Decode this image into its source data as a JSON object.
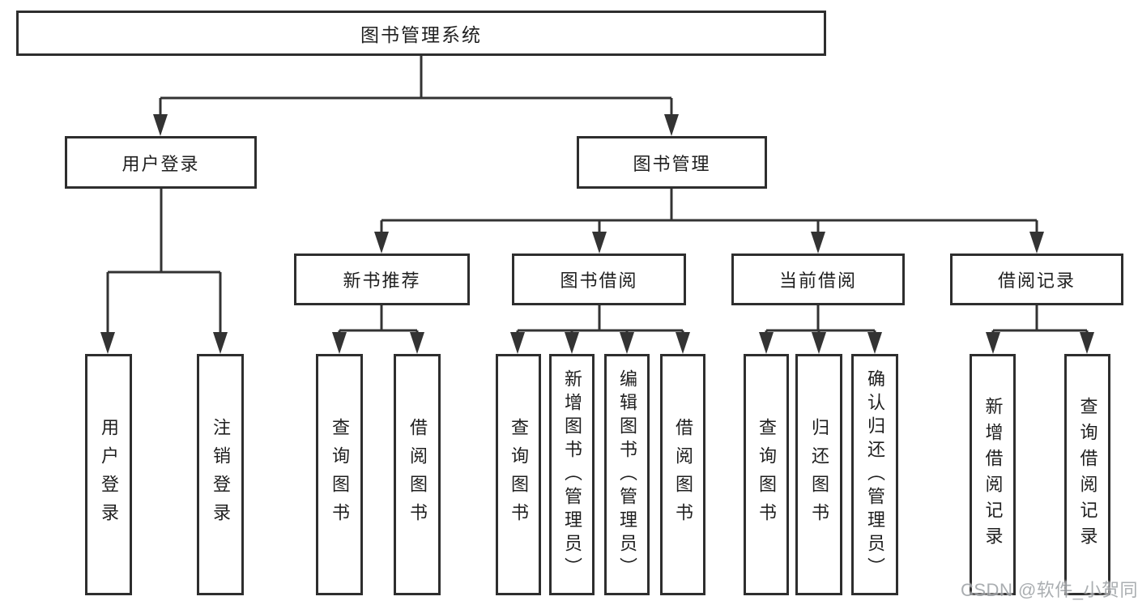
{
  "diagram": {
    "type": "hierarchy-flowchart",
    "colors": {
      "background": "#ffffff",
      "box_border": "#2e2e2e",
      "line": "#333333",
      "text": "#1f1f1f",
      "watermark_text": "#9fa3a7"
    },
    "nodes": {
      "root": {
        "label": "图书管理系统"
      },
      "userLogin": {
        "label": "用户登录"
      },
      "bookMgmt": {
        "label": "图书管理"
      },
      "newBooks": {
        "label": "新书推荐"
      },
      "bookBorrow": {
        "label": "图书借阅"
      },
      "currentBorrow": {
        "label": "当前借阅"
      },
      "borrowRecords": {
        "label": "借阅记录"
      },
      "leafLogin": {
        "label": "用户登录"
      },
      "leafLogout": {
        "label": "注销登录"
      },
      "leafNewQuery": {
        "label": "查询图书"
      },
      "leafNewBorrow": {
        "label": "借阅图书"
      },
      "leafBbQuery": {
        "label": "查询图书"
      },
      "leafBbAdd": {
        "label": "新增图书（管理员）"
      },
      "leafBbEdit": {
        "label": "编辑图书（管理员）"
      },
      "leafBbBorrow": {
        "label": "借阅图书"
      },
      "leafCbQuery": {
        "label": "查询图书"
      },
      "leafCbReturn": {
        "label": "归还图书"
      },
      "leafCbConfirm": {
        "label": "确认归还（管理员）"
      },
      "leafRecAdd": {
        "label": "新增借阅记录"
      },
      "leafRecQuery": {
        "label": "查询借阅记录"
      }
    },
    "edges": [
      {
        "from": "root",
        "to": [
          "userLogin",
          "bookMgmt"
        ]
      },
      {
        "from": "userLogin",
        "to": [
          "leafLogin",
          "leafLogout"
        ]
      },
      {
        "from": "bookMgmt",
        "to": [
          "newBooks",
          "bookBorrow",
          "currentBorrow",
          "borrowRecords"
        ]
      },
      {
        "from": "newBooks",
        "to": [
          "leafNewQuery",
          "leafNewBorrow"
        ]
      },
      {
        "from": "bookBorrow",
        "to": [
          "leafBbQuery",
          "leafBbAdd",
          "leafBbEdit",
          "leafBbBorrow"
        ]
      },
      {
        "from": "currentBorrow",
        "to": [
          "leafCbQuery",
          "leafCbReturn",
          "leafCbConfirm"
        ]
      },
      {
        "from": "borrowRecords",
        "to": [
          "leafRecAdd",
          "leafRecQuery"
        ]
      }
    ]
  },
  "watermark": {
    "text": "CSDN @软件_小贺同学"
  }
}
